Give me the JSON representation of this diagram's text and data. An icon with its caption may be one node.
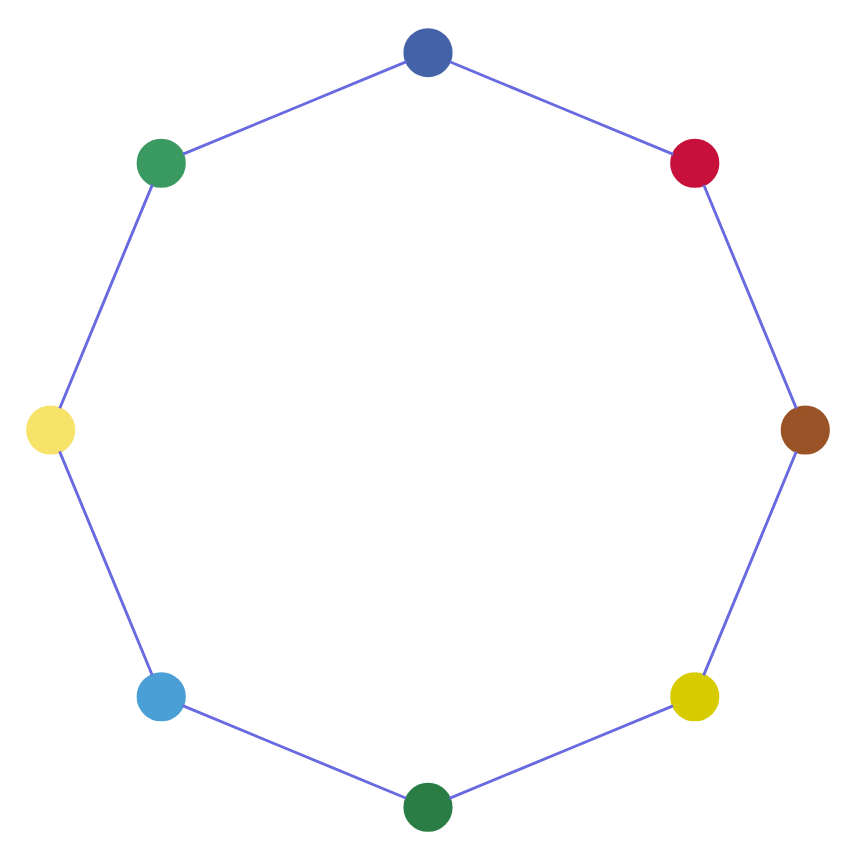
{
  "diagram": {
    "nodes": [
      {
        "text": [],
        "shape": "circle"
      },
      {
        "text": [],
        "shape": "circle"
      },
      {
        "text": [],
        "shape": "circle"
      },
      {
        "text": [],
        "shape": "circle"
      },
      {
        "text": [],
        "shape": "circle"
      },
      {
        "text": [],
        "shape": "circle"
      },
      {
        "text": [],
        "shape": "circle"
      },
      {
        "text": [],
        "shape": "circle"
      }
    ],
    "edges": [
      {
        "from": 0,
        "to": 1,
        "arrow": "none"
      },
      {
        "from": 1,
        "to": 3,
        "arrow": "none"
      },
      {
        "from": 3,
        "to": 5,
        "arrow": "none"
      },
      {
        "from": 5,
        "to": 7,
        "arrow": "none"
      },
      {
        "from": 7,
        "to": 6,
        "arrow": "none"
      },
      {
        "from": 6,
        "to": 4,
        "arrow": "none"
      },
      {
        "from": 4,
        "to": 2,
        "arrow": "none"
      },
      {
        "from": 2,
        "to": 0,
        "arrow": "none"
      }
    ]
  }
}
